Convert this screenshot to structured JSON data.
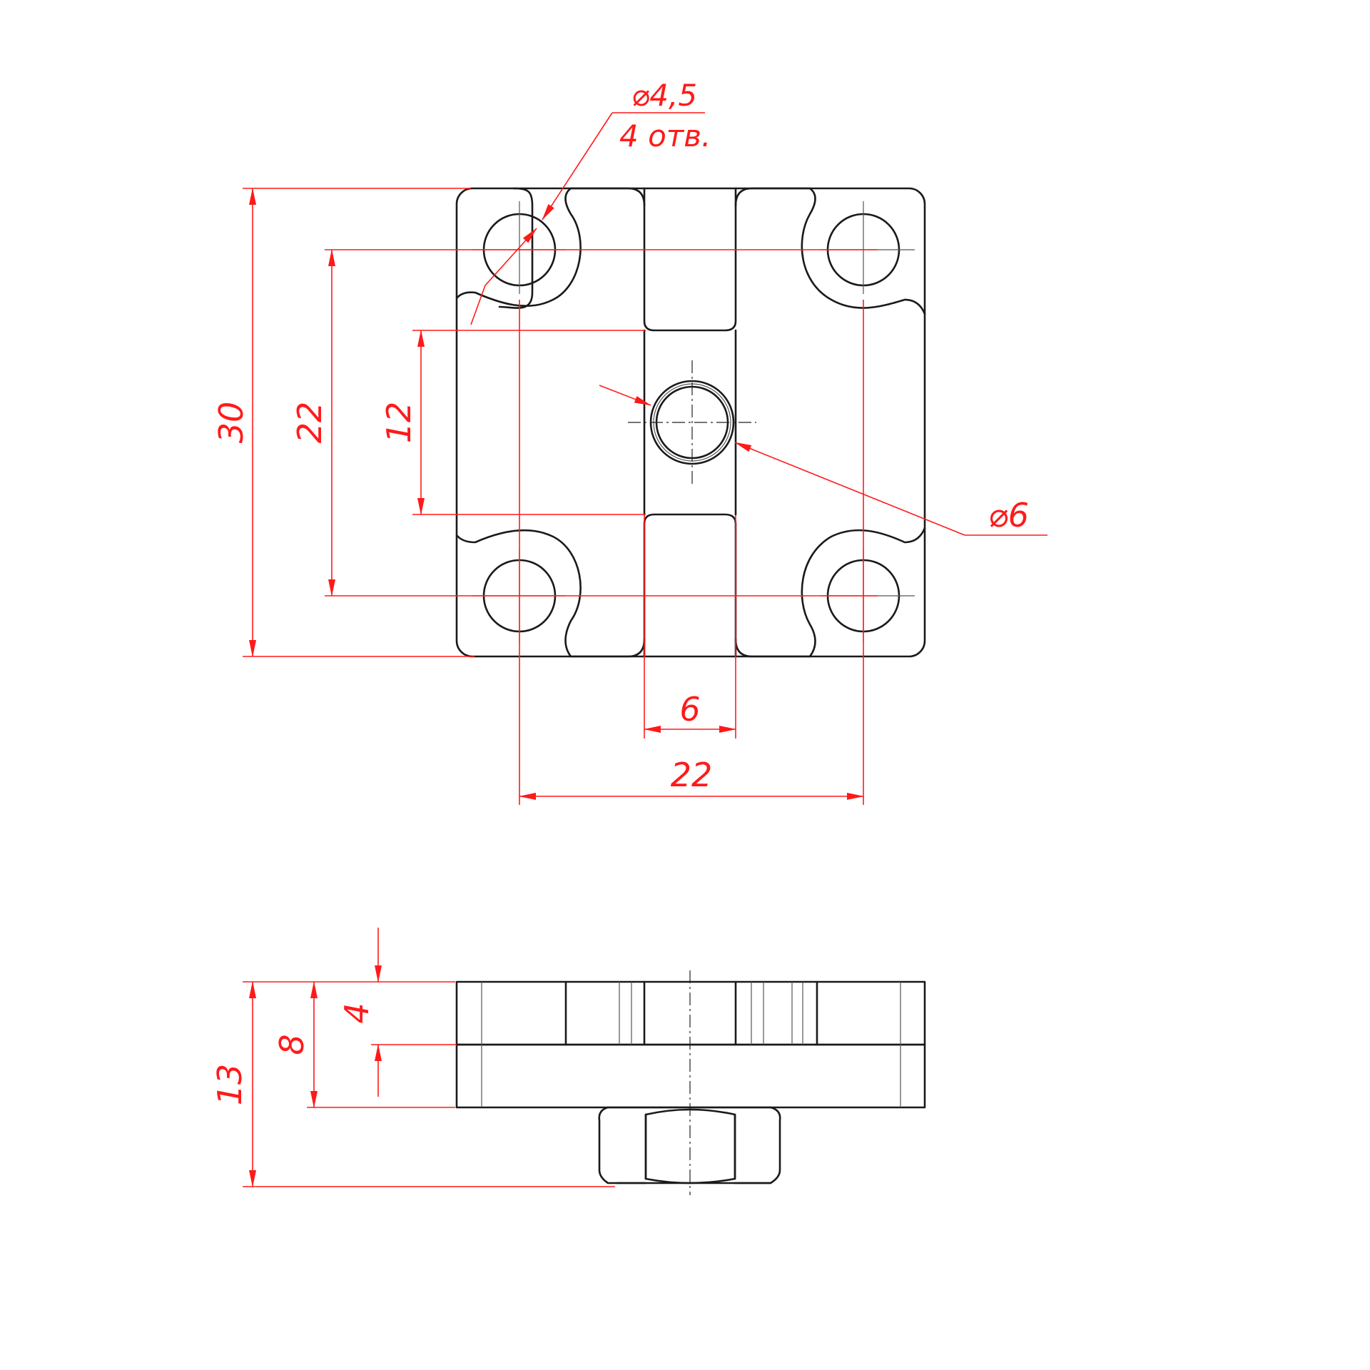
{
  "drawing": {
    "colors": {
      "outline": "#1a1a1a",
      "dimension": "#ff1a1a",
      "background": "#ffffff"
    },
    "top_view": {
      "dimensions": {
        "overall_height": "30",
        "hole_spacing_vertical": "22",
        "slot_gap": "12",
        "slot_width": "6",
        "hole_spacing_horizontal": "22",
        "center_hole_diameter": "⌀6",
        "mount_hole_diameter": "⌀4,5",
        "mount_hole_count": "4 отв."
      }
    },
    "side_view": {
      "dimensions": {
        "total_height": "13",
        "plate_height": "8",
        "top_layer_height": "4"
      }
    }
  }
}
